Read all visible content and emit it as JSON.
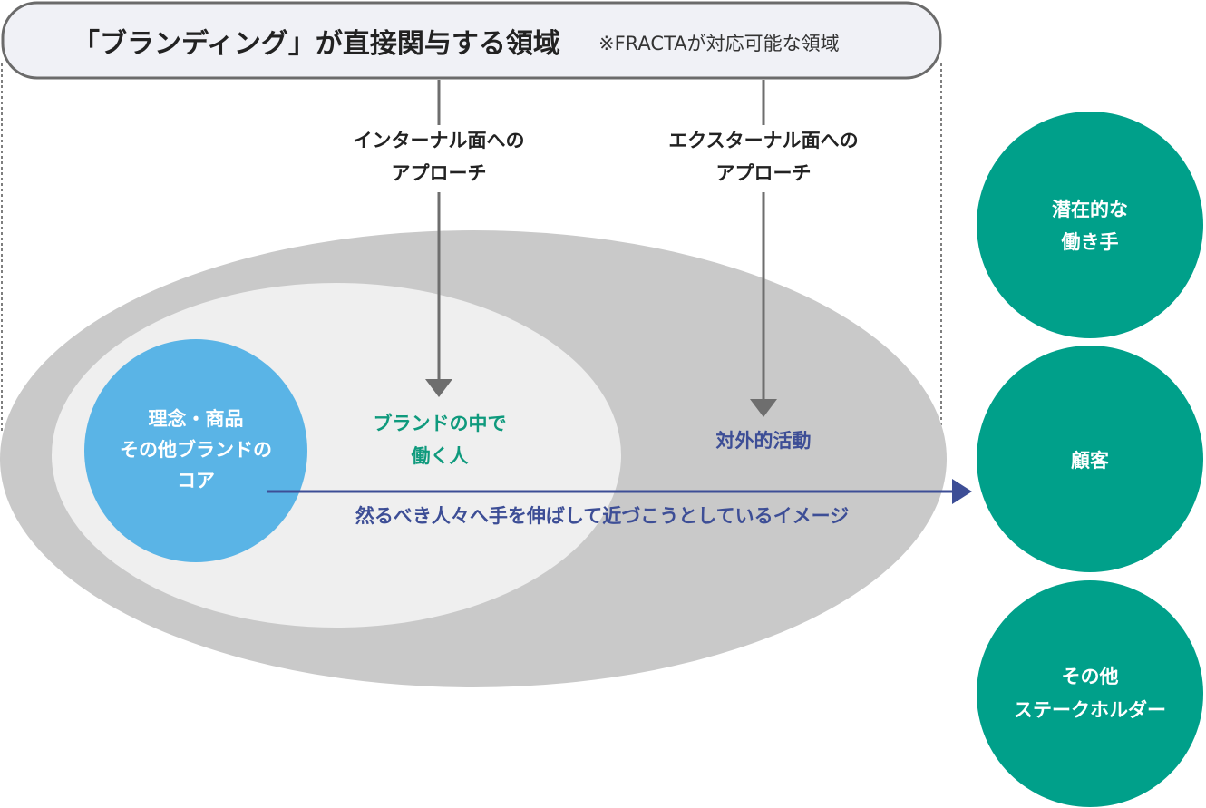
{
  "header": {
    "title": "「ブランディング」が直接関与する領域",
    "note": "※FRACTAが対応可能な領域"
  },
  "approaches": {
    "internal": [
      "インターナル面への",
      "アプローチ"
    ],
    "external": [
      "エクスターナル面への",
      "アプローチ"
    ]
  },
  "core": {
    "lines": [
      "理念・商品",
      "その他ブランドの",
      "コア"
    ]
  },
  "inner_ellipse": {
    "lines": [
      "ブランドの中で",
      "働く人"
    ]
  },
  "outer_ellipse": {
    "label": "対外的活動"
  },
  "reach_arrow": {
    "label": "然るべき人々へ手を伸ばして近づこうとしているイメージ"
  },
  "stakeholders": [
    {
      "lines": [
        "潜在的な",
        "働き手"
      ]
    },
    {
      "lines": [
        "顧客"
      ]
    },
    {
      "lines": [
        "その他",
        "ステークホルダー"
      ]
    }
  ],
  "colors": {
    "header_fill": "#f0f1f6",
    "header_stroke": "#6b6b6b",
    "outer_ellipse": "#c9c9c9",
    "inner_ellipse": "#efefef",
    "core": "#5ab4e6",
    "stakeholder": "#00a08a",
    "arrow_gray": "#6e6e6e",
    "arrow_blue": "#3d4e96",
    "text_dark": "#222222",
    "text_green": "#0f9a7d",
    "text_blue": "#3d4e96",
    "text_white": "#ffffff"
  }
}
